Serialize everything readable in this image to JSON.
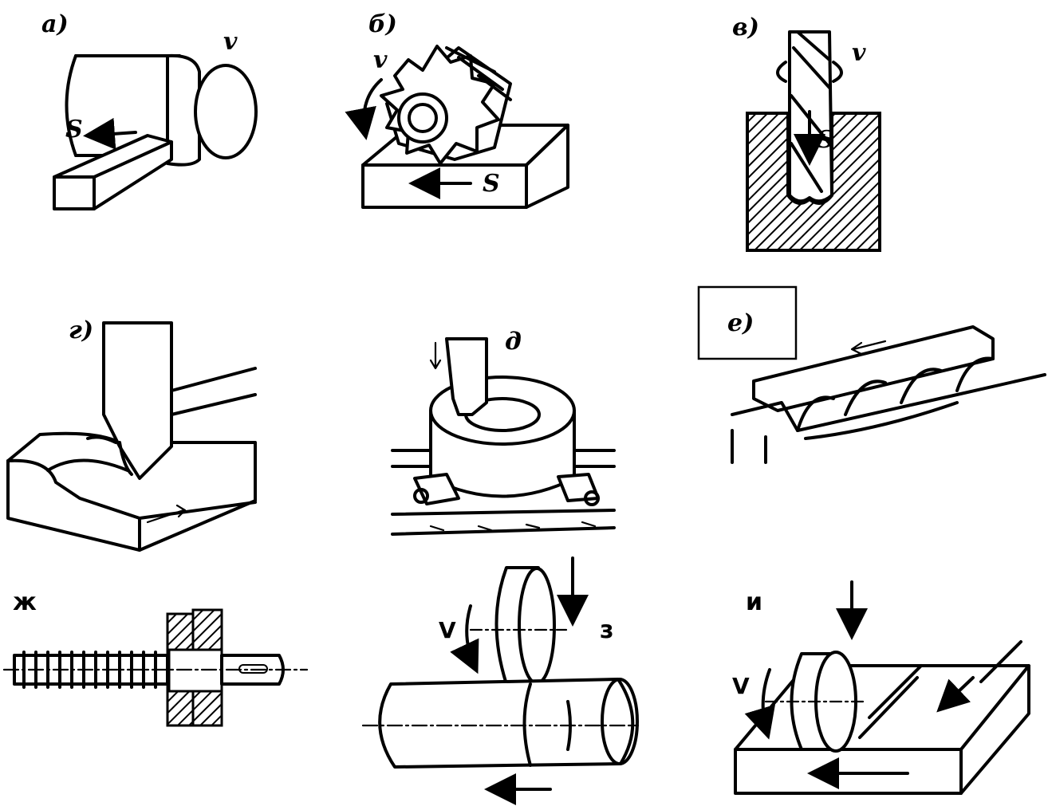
{
  "panels": {
    "a": {
      "label": "а)",
      "velocity": "v",
      "feed": "S"
    },
    "b": {
      "label": "б)",
      "velocity": "v",
      "feed": "S"
    },
    "v": {
      "label": "в)",
      "velocity": "v",
      "feed": "S"
    },
    "g": {
      "label": "г)"
    },
    "d": {
      "label": "д"
    },
    "e": {
      "label": "е)"
    },
    "zh": {
      "label": "ж"
    },
    "z": {
      "label": "з",
      "velocity": "V"
    },
    "i": {
      "label": "и",
      "velocity": "V"
    }
  }
}
